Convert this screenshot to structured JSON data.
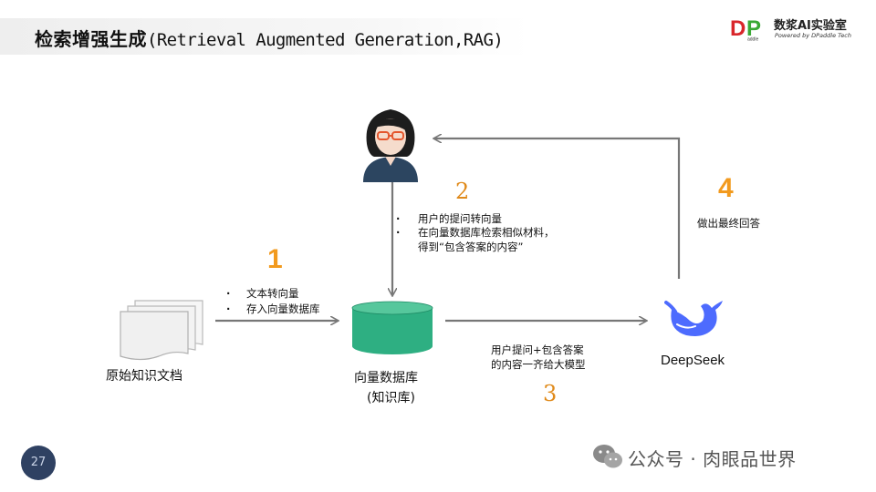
{
  "header": {
    "title_cn": "检索增强生成",
    "title_en": "(Retrieval Augmented Generation,RAG)",
    "logo_letters": "DP",
    "logo_sub": "addle",
    "logo_name": "数浆AI实验室",
    "logo_tagline": "Powered by DPaddle Tech"
  },
  "steps": {
    "step1": {
      "number": "1",
      "bullets": [
        "文本转向量",
        "存入向量数据库"
      ]
    },
    "step2": {
      "number": "2",
      "bullets": [
        "用户的提问转向量",
        "在向量数据库检索相似材料，"
      ],
      "continuation": "得到“包含答案的内容”"
    },
    "step3": {
      "number": "3",
      "lines": [
        "用户提问+包含答案",
        "的内容一齐给大模型"
      ]
    },
    "step4": {
      "number": "4",
      "text": "做出最终回答"
    }
  },
  "nodes": {
    "documents": {
      "label": "原始知识文档"
    },
    "vector_db": {
      "label": "向量数据库",
      "sublabel": "(知识库)"
    },
    "llm": {
      "label": "DeepSeek"
    }
  },
  "colors": {
    "title_bg": "#eeeeee",
    "number_orange": "#f29a1e",
    "db_green": "#2eaf82",
    "db_green_dark": "#1f8c66",
    "deepseek_blue": "#4d6bfe",
    "arrow_gray": "#777777",
    "page_badge": "#2f4162",
    "logo_red": "#d9262b",
    "logo_green": "#3aa935"
  },
  "footer": {
    "page_number": "27",
    "watermark": "公众号 · 肉眼品世界"
  }
}
